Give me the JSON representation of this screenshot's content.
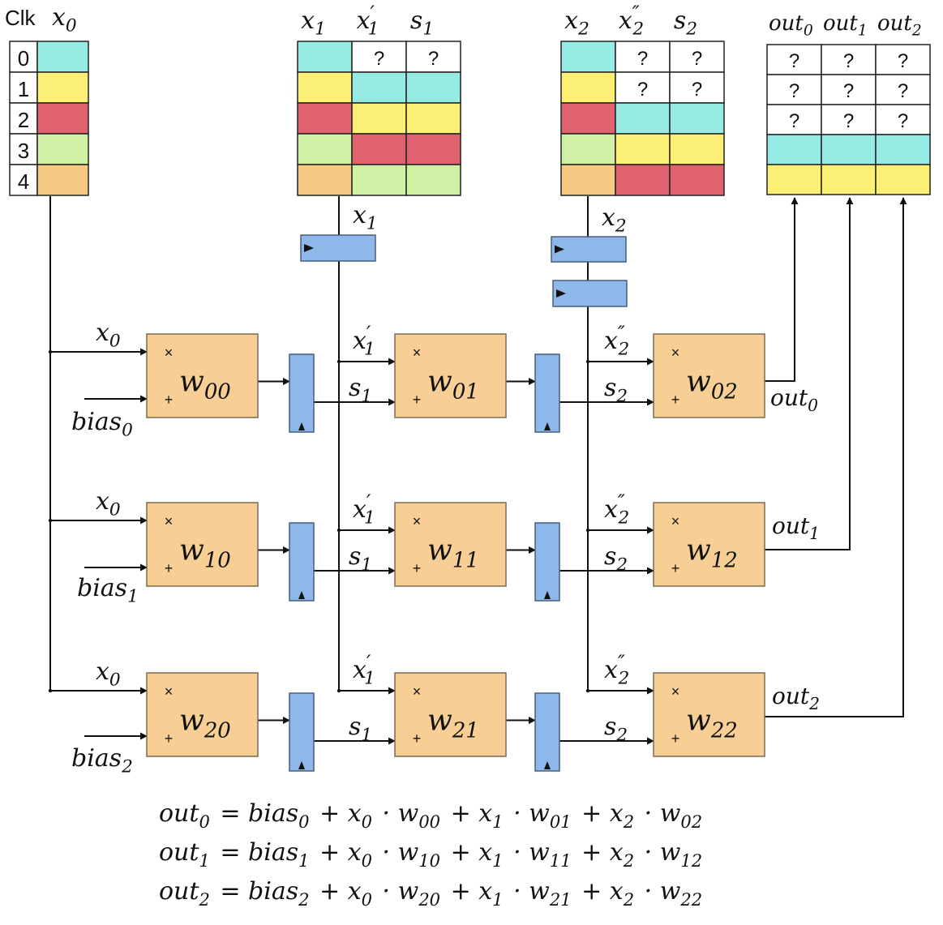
{
  "colors": {
    "c0": "#96ece4",
    "c1": "#fbf075",
    "c2": "#e0626f",
    "c3": "#d0f0a5",
    "c4": "#f7ca84",
    "empty": "#ffffff",
    "pe": "#f7cf94",
    "reg": "#8fb8ea"
  },
  "clk_table": {
    "title": "Clk",
    "column_label": "x",
    "column_sub": "0",
    "rows": [
      "0",
      "1",
      "2",
      "3",
      "4"
    ]
  },
  "unknown_mark": "?",
  "tables": {
    "t1": {
      "headers": [
        {
          "base": "x",
          "sub": "1",
          "prime": ""
        },
        {
          "base": "x",
          "sub": "1",
          "prime": "′"
        },
        {
          "base": "s",
          "sub": "1",
          "prime": ""
        }
      ],
      "rows": [
        [
          "c0",
          "q",
          "q"
        ],
        [
          "c1",
          "c0",
          "c0"
        ],
        [
          "c2",
          "c1",
          "c1"
        ],
        [
          "c3",
          "c2",
          "c2"
        ],
        [
          "c4",
          "c3",
          "c3"
        ]
      ]
    },
    "t2": {
      "headers": [
        {
          "base": "x",
          "sub": "2",
          "prime": ""
        },
        {
          "base": "x",
          "sub": "2",
          "prime": "″"
        },
        {
          "base": "s",
          "sub": "2",
          "prime": ""
        }
      ],
      "rows": [
        [
          "c0",
          "q",
          "q"
        ],
        [
          "c1",
          "q",
          "q"
        ],
        [
          "c2",
          "c0",
          "c0"
        ],
        [
          "c3",
          "c1",
          "c1"
        ],
        [
          "c4",
          "c2",
          "c2"
        ]
      ]
    },
    "tout": {
      "headers": [
        {
          "base": "out",
          "sub": "0",
          "prime": ""
        },
        {
          "base": "out",
          "sub": "1",
          "prime": ""
        },
        {
          "base": "out",
          "sub": "2",
          "prime": ""
        }
      ],
      "rows": [
        [
          "q",
          "q",
          "q"
        ],
        [
          "q",
          "q",
          "q"
        ],
        [
          "q",
          "q",
          "q"
        ],
        [
          "c0",
          "c0",
          "c0"
        ],
        [
          "c1",
          "c1",
          "c1"
        ]
      ]
    }
  },
  "pes": [
    [
      {
        "sub": "00"
      },
      {
        "sub": "01"
      },
      {
        "sub": "02"
      }
    ],
    [
      {
        "sub": "10"
      },
      {
        "sub": "11"
      },
      {
        "sub": "12"
      }
    ],
    [
      {
        "sub": "20"
      },
      {
        "sub": "21"
      },
      {
        "sub": "22"
      }
    ]
  ],
  "pe_symbols": {
    "weight": "w",
    "mul": "×",
    "add": "+"
  },
  "labels": {
    "x": "x",
    "s": "s",
    "bias": "bias",
    "out": "out",
    "prime": "′",
    "dprime": "″"
  },
  "equations": [
    {
      "i": "0",
      "w": [
        "00",
        "01",
        "02"
      ]
    },
    {
      "i": "1",
      "w": [
        "10",
        "11",
        "12"
      ]
    },
    {
      "i": "2",
      "w": [
        "20",
        "21",
        "22"
      ]
    }
  ],
  "equation_tokens": {
    "eq": "=",
    "plus": "+",
    "dot": "·"
  }
}
